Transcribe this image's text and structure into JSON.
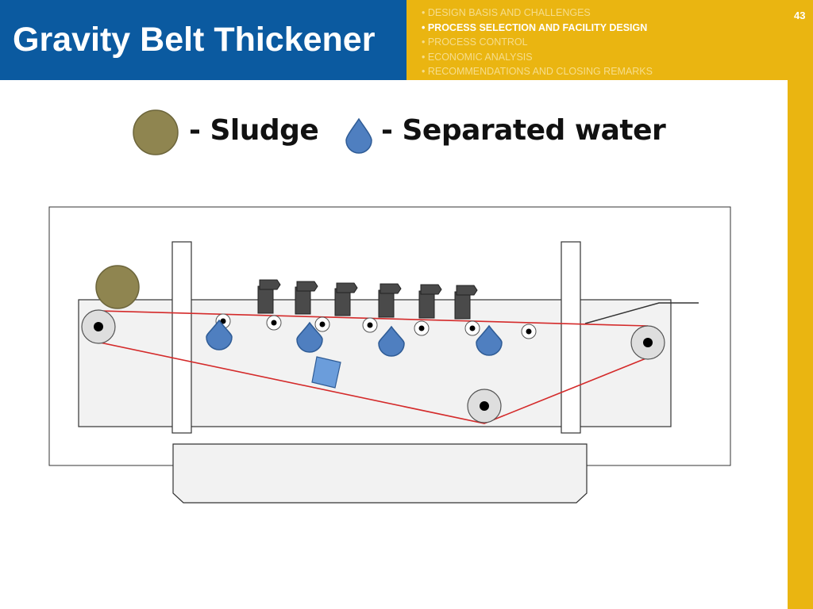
{
  "title": "Gravity Belt Thickener",
  "slide_number": "43",
  "agenda": [
    {
      "label": "• DESIGN BASIS AND CHALLENGES",
      "active": false
    },
    {
      "label": "• PROCESS SELECTION AND FACILITY DESIGN",
      "active": true
    },
    {
      "label": "• PROCESS CONTROL",
      "active": false
    },
    {
      "label": "• ECONOMIC ANALYSIS",
      "active": false
    },
    {
      "label": "• RECOMMENDATIONS AND CLOSING REMARKS",
      "active": false
    }
  ],
  "legend": {
    "sludge_label": "- Sludge",
    "water_label": "- Separated water"
  },
  "colors": {
    "primary_blue": "#0b5aa0",
    "accent_gold": "#eab511",
    "sludge": "#8f8550",
    "water": "#4f7fc0",
    "belt": "#d42a2a",
    "machine_fill": "#f2f2f2"
  }
}
